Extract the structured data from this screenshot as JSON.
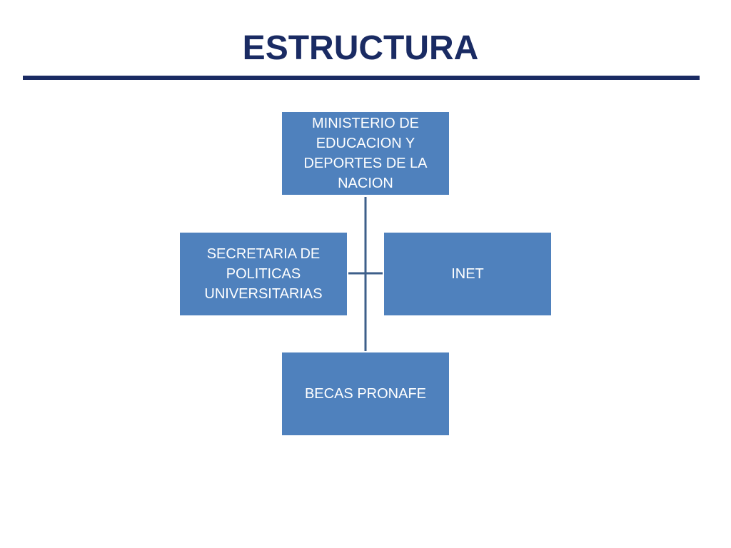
{
  "slide": {
    "title": "ESTRUCTURA",
    "colors": {
      "title": "#1a2b63",
      "rule": "#1a2b63",
      "node_fill": "#4f81bd",
      "node_text": "#ffffff",
      "connector": "#3e5f8a"
    }
  },
  "org_chart": {
    "top": {
      "label": "MINISTERIO DE\nEDUCACION Y\nDEPORTES DE LA\nNACION"
    },
    "left": {
      "label": "SECRETARIA DE\nPOLITICAS\nUNIVERSITARIAS"
    },
    "right": {
      "label": "INET"
    },
    "bottom": {
      "label": "BECAS PRONAFE"
    }
  }
}
